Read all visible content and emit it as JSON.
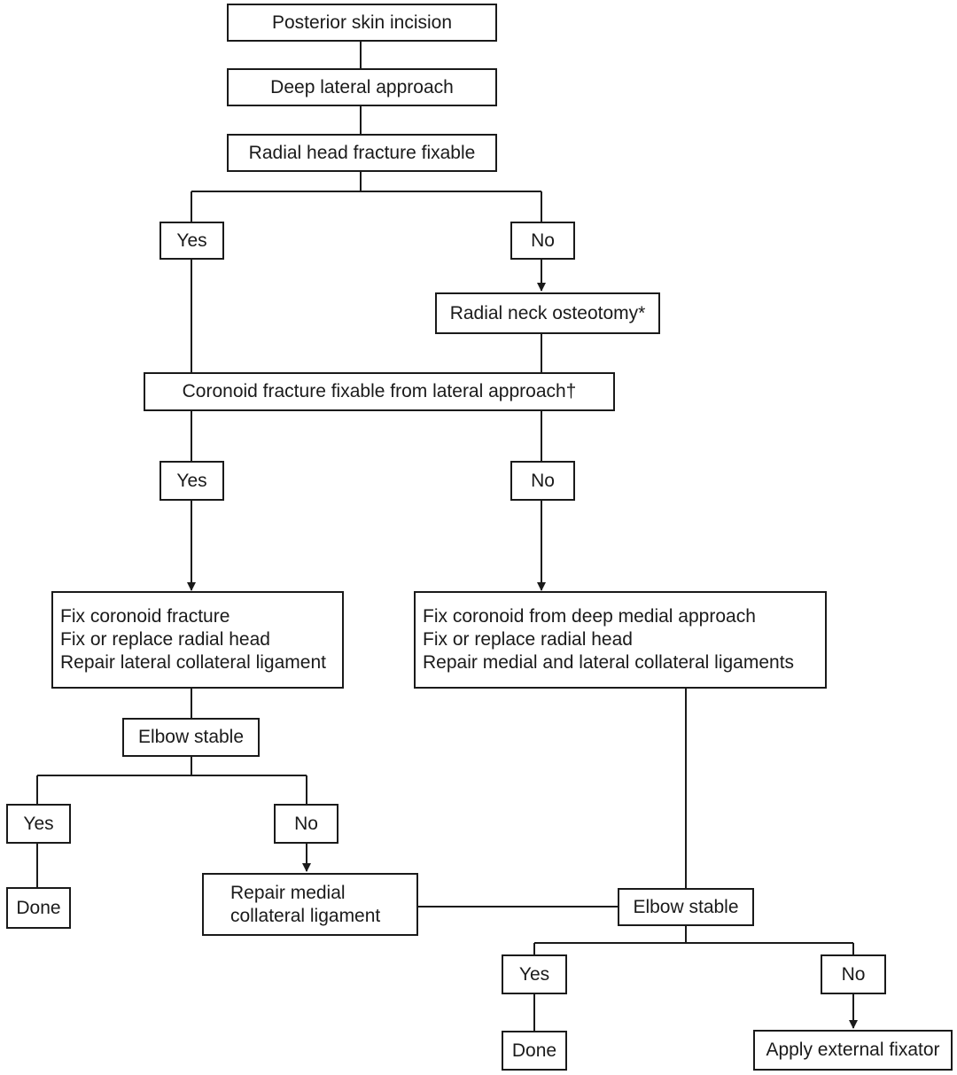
{
  "nodes": {
    "posterior_skin_incision": "Posterior skin incision",
    "deep_lateral_approach": "Deep lateral approach",
    "radial_head_fixable": "Radial head fracture fixable",
    "yes_1": "Yes",
    "no_1": "No",
    "radial_neck_osteotomy": "Radial neck osteotomy*",
    "coronoid_fixable": "Coronoid fracture fixable from lateral approach†",
    "yes_2": "Yes",
    "no_2": "No",
    "lateral_treatment": [
      "Fix coronoid fracture",
      "Fix or replace radial head",
      "Repair lateral collateral ligament"
    ],
    "medial_treatment": [
      "Fix coronoid from deep medial approach",
      "Fix or replace radial head",
      "Repair medial and lateral collateral ligaments"
    ],
    "elbow_stable_1": "Elbow stable",
    "yes_3": "Yes",
    "no_3": "No",
    "done_1": "Done",
    "repair_mcl": [
      "Repair medial",
      "collateral ligament"
    ],
    "elbow_stable_2": "Elbow stable",
    "yes_4": "Yes",
    "no_4": "No",
    "done_2": "Done",
    "external_fixator": "Apply external fixator"
  }
}
